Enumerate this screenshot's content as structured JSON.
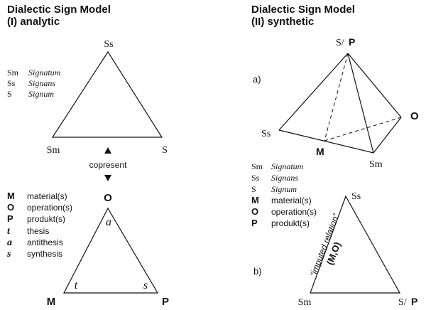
{
  "left": {
    "title1": "Dialectic Sign Model",
    "title2": "(I) analytic",
    "top_triangle": {
      "top": "Ss",
      "left": "Sm",
      "right": "S"
    },
    "legend1": [
      {
        "key": "Sm",
        "value": "Signatum"
      },
      {
        "key": "Ss",
        "value": "Signans"
      },
      {
        "key": "S",
        "value": "Signum"
      }
    ],
    "copresent": "copresent",
    "bottom_triangle": {
      "top": "O",
      "left": "M",
      "right": "P",
      "inner_top": "a",
      "inner_left": "t",
      "inner_right": "s"
    },
    "legend2": [
      {
        "key": "M",
        "value": "material(s)"
      },
      {
        "key": "O",
        "value": "operation(s)"
      },
      {
        "key": "P",
        "value": "produkt(s)"
      },
      {
        "key": "t",
        "value": "thesis"
      },
      {
        "key": "a",
        "value": "antithesis"
      },
      {
        "key": "s",
        "value": "synthesis"
      }
    ]
  },
  "right": {
    "title1": "Dialectic Sign Model",
    "title2": "(II) synthetic",
    "pyramid": {
      "label_a": "a)",
      "apex_s": "S/",
      "apex_p": "P",
      "left": "Ss",
      "right": "O",
      "front": "M",
      "bottom": "Sm"
    },
    "legend": [
      {
        "key": "Sm",
        "value": "Signatum"
      },
      {
        "key": "Ss",
        "value": "Signans"
      },
      {
        "key": "S",
        "value": "Signum"
      },
      {
        "key": "M",
        "value": "material(s)"
      },
      {
        "key": "O",
        "value": "operation(s)"
      },
      {
        "key": "P",
        "value": "produkt(s)"
      }
    ],
    "triangle_b": {
      "label_b": "b)",
      "top": "Ss",
      "left": "Sm",
      "right_s": "S/",
      "right_p": "P",
      "side_text": "“imputed relation”",
      "side_mo": "(M,O)"
    }
  }
}
